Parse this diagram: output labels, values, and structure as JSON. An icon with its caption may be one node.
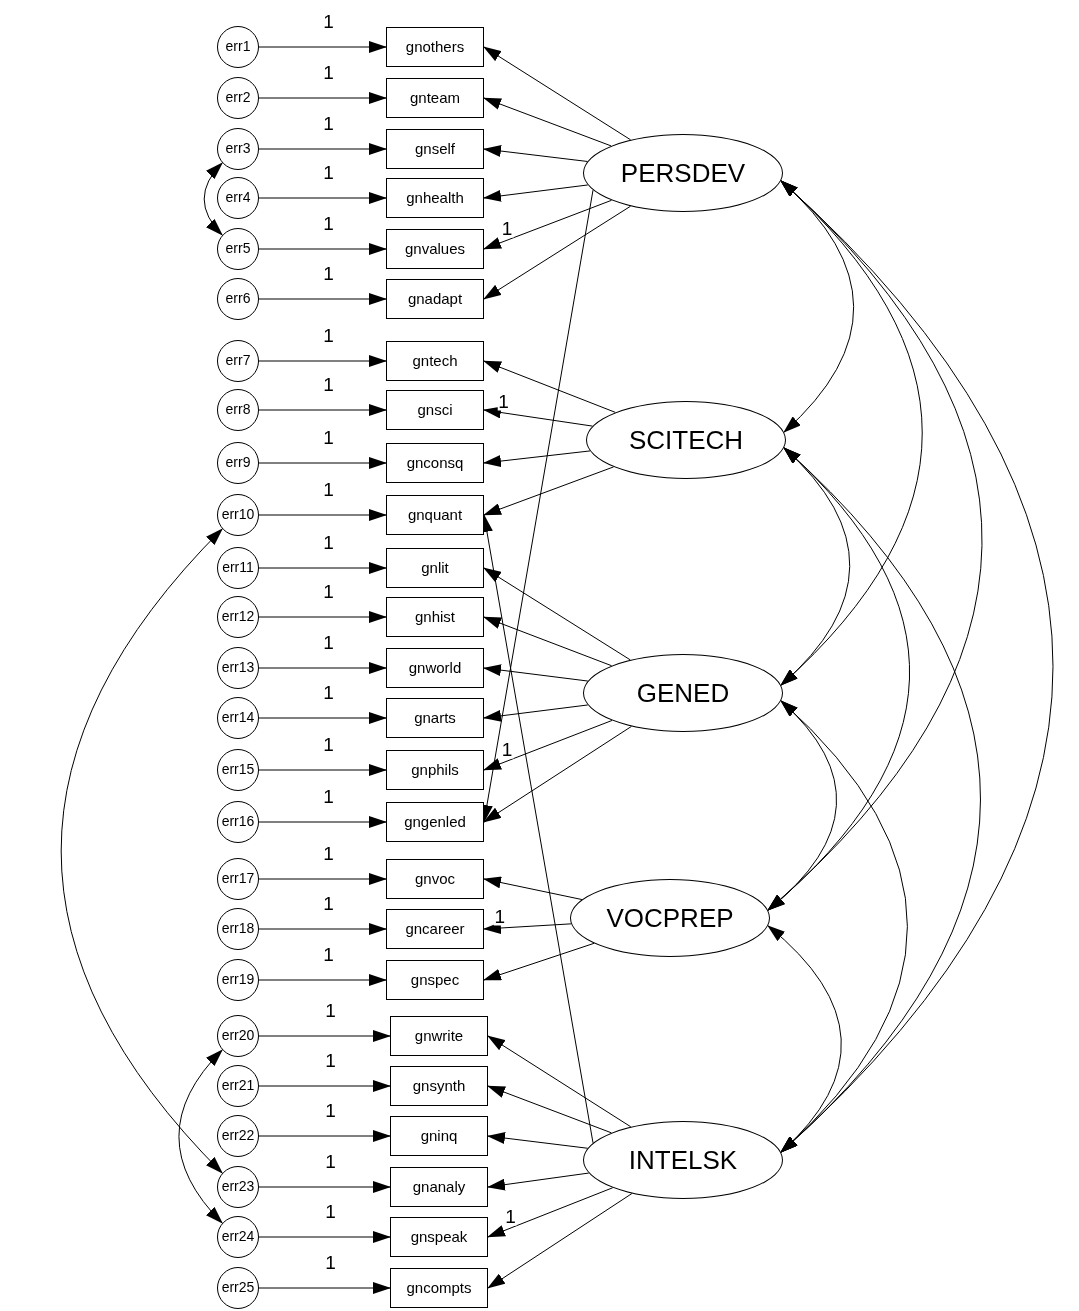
{
  "diagram": {
    "nodes": [
      {
        "text": [
          "err1"
        ]
      },
      {
        "text": [
          "err2"
        ]
      },
      {
        "text": [
          "err3"
        ]
      },
      {
        "text": [
          "err4"
        ]
      },
      {
        "text": [
          "err5"
        ]
      },
      {
        "text": [
          "err6"
        ]
      },
      {
        "text": [
          "err7"
        ]
      },
      {
        "text": [
          "err8"
        ]
      },
      {
        "text": [
          "err9"
        ]
      },
      {
        "text": [
          "err10"
        ]
      },
      {
        "text": [
          "err11"
        ]
      },
      {
        "text": [
          "err12"
        ]
      },
      {
        "text": [
          "err13"
        ]
      },
      {
        "text": [
          "err14"
        ]
      },
      {
        "text": [
          "err15"
        ]
      },
      {
        "text": [
          "err16"
        ]
      },
      {
        "text": [
          "err17"
        ]
      },
      {
        "text": [
          "err18"
        ]
      },
      {
        "text": [
          "err19"
        ]
      },
      {
        "text": [
          "err20"
        ]
      },
      {
        "text": [
          "err21"
        ]
      },
      {
        "text": [
          "err22"
        ]
      },
      {
        "text": [
          "err23"
        ]
      },
      {
        "text": [
          "err24"
        ]
      },
      {
        "text": [
          "err25"
        ]
      },
      {
        "text": [
          "gnothers"
        ]
      },
      {
        "text": [
          "gnteam"
        ]
      },
      {
        "text": [
          "gnself"
        ]
      },
      {
        "text": [
          "gnhealth"
        ]
      },
      {
        "text": [
          "gnvalues"
        ]
      },
      {
        "text": [
          "gnadapt"
        ]
      },
      {
        "text": [
          "gntech"
        ]
      },
      {
        "text": [
          "gnsci"
        ]
      },
      {
        "text": [
          "gnconsq"
        ]
      },
      {
        "text": [
          "gnquant"
        ]
      },
      {
        "text": [
          "gnlit"
        ]
      },
      {
        "text": [
          "gnhist"
        ]
      },
      {
        "text": [
          "gnworld"
        ]
      },
      {
        "text": [
          "gnarts"
        ]
      },
      {
        "text": [
          "gnphils"
        ]
      },
      {
        "text": [
          "gngenled"
        ]
      },
      {
        "text": [
          "gnvoc"
        ]
      },
      {
        "text": [
          "gncareer"
        ]
      },
      {
        "text": [
          "gnspec"
        ]
      },
      {
        "text": [
          "gnwrite"
        ]
      },
      {
        "text": [
          "gnsynth"
        ]
      },
      {
        "text": [
          "gninq"
        ]
      },
      {
        "text": [
          "gnanaly"
        ]
      },
      {
        "text": [
          "gnspeak"
        ]
      },
      {
        "text": [
          "gncompts"
        ]
      },
      {
        "text": [
          "PERSDEV"
        ]
      },
      {
        "text": [
          "SCITECH"
        ]
      },
      {
        "text": [
          "GENED"
        ]
      },
      {
        "text": [
          "VOCPREP"
        ]
      },
      {
        "text": [
          "INTELSK"
        ]
      }
    ],
    "edges": [
      {
        "from": 0,
        "to": 25,
        "arrow": "to",
        "label": "1"
      },
      {
        "from": 1,
        "to": 26,
        "arrow": "to",
        "label": "1"
      },
      {
        "from": 2,
        "to": 27,
        "arrow": "to",
        "label": "1"
      },
      {
        "from": 3,
        "to": 28,
        "arrow": "to",
        "label": "1"
      },
      {
        "from": 4,
        "to": 29,
        "arrow": "to",
        "label": "1"
      },
      {
        "from": 5,
        "to": 30,
        "arrow": "to",
        "label": "1"
      },
      {
        "from": 6,
        "to": 31,
        "arrow": "to",
        "label": "1"
      },
      {
        "from": 7,
        "to": 32,
        "arrow": "to",
        "label": "1"
      },
      {
        "from": 8,
        "to": 33,
        "arrow": "to",
        "label": "1"
      },
      {
        "from": 9,
        "to": 34,
        "arrow": "to",
        "label": "1"
      },
      {
        "from": 10,
        "to": 35,
        "arrow": "to",
        "label": "1"
      },
      {
        "from": 11,
        "to": 36,
        "arrow": "to",
        "label": "1"
      },
      {
        "from": 12,
        "to": 37,
        "arrow": "to",
        "label": "1"
      },
      {
        "from": 13,
        "to": 38,
        "arrow": "to",
        "label": "1"
      },
      {
        "from": 14,
        "to": 39,
        "arrow": "to",
        "label": "1"
      },
      {
        "from": 15,
        "to": 40,
        "arrow": "to",
        "label": "1"
      },
      {
        "from": 16,
        "to": 41,
        "arrow": "to",
        "label": "1"
      },
      {
        "from": 17,
        "to": 42,
        "arrow": "to",
        "label": "1"
      },
      {
        "from": 18,
        "to": 43,
        "arrow": "to",
        "label": "1"
      },
      {
        "from": 19,
        "to": 44,
        "arrow": "to",
        "label": "1"
      },
      {
        "from": 20,
        "to": 45,
        "arrow": "to",
        "label": "1"
      },
      {
        "from": 21,
        "to": 46,
        "arrow": "to",
        "label": "1"
      },
      {
        "from": 22,
        "to": 47,
        "arrow": "to",
        "label": "1"
      },
      {
        "from": 23,
        "to": 48,
        "arrow": "to",
        "label": "1"
      },
      {
        "from": 24,
        "to": 49,
        "arrow": "to",
        "label": "1"
      },
      {
        "from": 50,
        "to": 25,
        "arrow": "to"
      },
      {
        "from": 50,
        "to": 26,
        "arrow": "to"
      },
      {
        "from": 50,
        "to": 27,
        "arrow": "to"
      },
      {
        "from": 50,
        "to": 28,
        "arrow": "to"
      },
      {
        "from": 50,
        "to": 29,
        "arrow": "to",
        "label": "1"
      },
      {
        "from": 50,
        "to": 30,
        "arrow": "to"
      },
      {
        "from": 51,
        "to": 31,
        "arrow": "to"
      },
      {
        "from": 51,
        "to": 32,
        "arrow": "to",
        "label": "1"
      },
      {
        "from": 51,
        "to": 33,
        "arrow": "to"
      },
      {
        "from": 51,
        "to": 34,
        "arrow": "to"
      },
      {
        "from": 52,
        "to": 35,
        "arrow": "to"
      },
      {
        "from": 52,
        "to": 36,
        "arrow": "to"
      },
      {
        "from": 52,
        "to": 37,
        "arrow": "to"
      },
      {
        "from": 52,
        "to": 38,
        "arrow": "to"
      },
      {
        "from": 52,
        "to": 39,
        "arrow": "to",
        "label": "1"
      },
      {
        "from": 52,
        "to": 40,
        "arrow": "to"
      },
      {
        "from": 53,
        "to": 41,
        "arrow": "to"
      },
      {
        "from": 53,
        "to": 42,
        "arrow": "to",
        "label": "1"
      },
      {
        "from": 53,
        "to": 43,
        "arrow": "to"
      },
      {
        "from": 54,
        "to": 44,
        "arrow": "to"
      },
      {
        "from": 54,
        "to": 45,
        "arrow": "to"
      },
      {
        "from": 54,
        "to": 46,
        "arrow": "to"
      },
      {
        "from": 54,
        "to": 47,
        "arrow": "to"
      },
      {
        "from": 54,
        "to": 48,
        "arrow": "to",
        "label": "1"
      },
      {
        "from": 54,
        "to": 49,
        "arrow": "to"
      },
      {
        "from": 50,
        "to": 40,
        "arrow": "to"
      },
      {
        "from": 54,
        "to": 34,
        "arrow": "to"
      },
      {
        "from": 2,
        "to": 4,
        "arrow": "both"
      },
      {
        "from": 9,
        "to": 22,
        "arrow": "both"
      },
      {
        "from": 19,
        "to": 23,
        "arrow": "both"
      },
      {
        "from": 50,
        "to": 51,
        "arrow": "both"
      },
      {
        "from": 50,
        "to": 52,
        "arrow": "both"
      },
      {
        "from": 50,
        "to": 53,
        "arrow": "both"
      },
      {
        "from": 50,
        "to": 54,
        "arrow": "both"
      },
      {
        "from": 51,
        "to": 52,
        "arrow": "both"
      },
      {
        "from": 51,
        "to": 53,
        "arrow": "both"
      },
      {
        "from": 51,
        "to": 54,
        "arrow": "both"
      },
      {
        "from": 52,
        "to": 53,
        "arrow": "both"
      },
      {
        "from": 52,
        "to": 54,
        "arrow": "both"
      },
      {
        "from": 53,
        "to": 54,
        "arrow": "both"
      }
    ]
  }
}
